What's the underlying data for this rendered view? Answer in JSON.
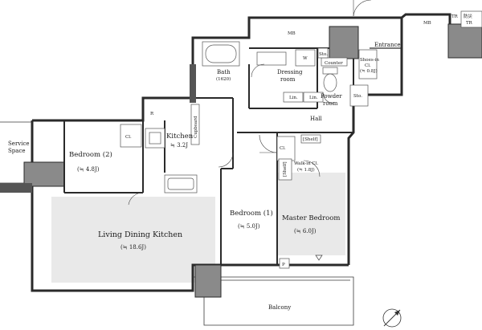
{
  "floorplan": {
    "rooms": {
      "service_space": [
        "Service",
        "Space"
      ],
      "bedroom2": [
        "Bedroom (2)",
        "(≒ 4.8J)"
      ],
      "kitchen": [
        "Kitchen",
        "≒ 3.2J"
      ],
      "ldk": [
        "Living Dining Kitchen",
        "(≒ 18.6J)"
      ],
      "bedroom1": [
        "Bedroom (1)",
        "(≒ 5.0J)"
      ],
      "master": [
        "Master Bedroom",
        "(≒ 6.0J)"
      ],
      "bath": [
        "Bath",
        "(1620)"
      ],
      "dressing": [
        "Dressing",
        "room"
      ],
      "powder": [
        "Powder",
        "room"
      ],
      "hall": "Hall",
      "entrance": "Entrance",
      "balcony": "Balcony"
    },
    "storage": {
      "mb_left": "MB",
      "mb_right": "MB",
      "tr": "TR",
      "tr_box": [
        "防災",
        "TR"
      ],
      "shoes": [
        "Shoes-in",
        "Cl.",
        "(≒ 0.8J)"
      ],
      "sto_small": "Sto.",
      "sto_hall": "Sto.",
      "counter": "Counter",
      "linen1": "Lin.",
      "linen2": "Lin.",
      "cupboard": "Cupboard",
      "cl_b2": "Cl.",
      "cl_b1": "Cl.",
      "shelf_top": "[Shelf]",
      "shelf_side": "[Shelf]",
      "walkin": [
        "Walk-in Cl.",
        "(≒ 1.8J)"
      ],
      "r": "R",
      "w": "W",
      "p": "P"
    }
  }
}
